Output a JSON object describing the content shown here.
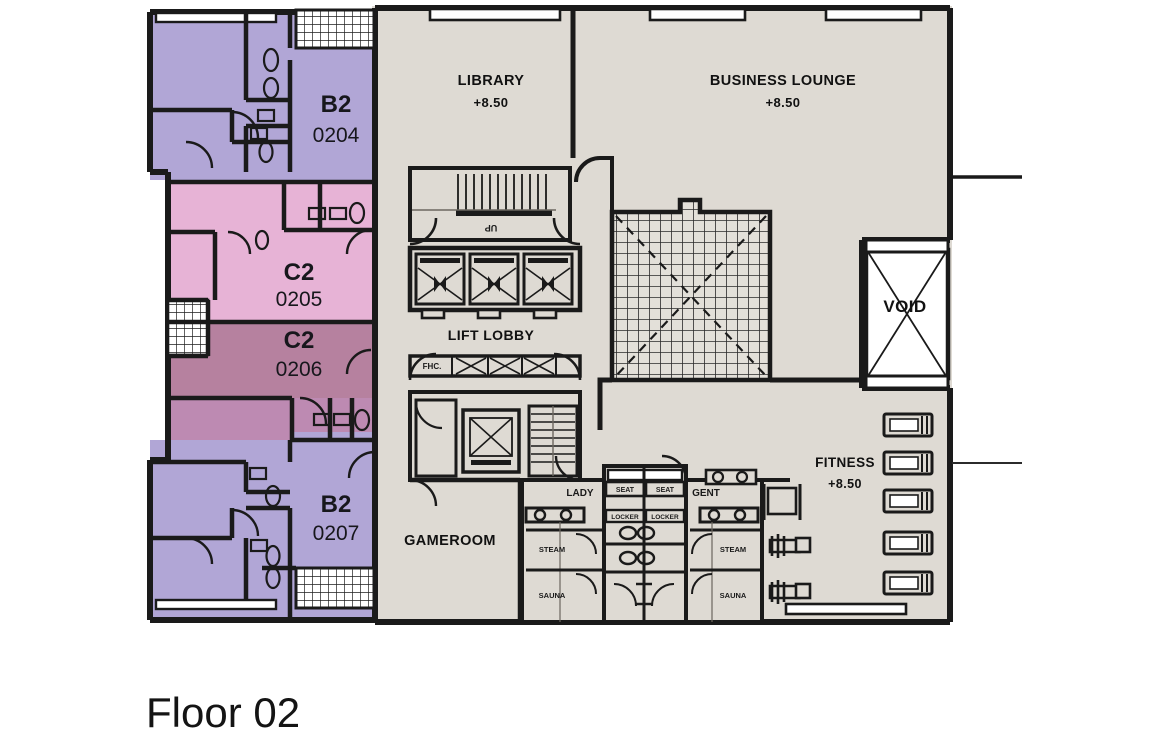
{
  "caption": {
    "text": "Floor 02"
  },
  "colors": {
    "background": "#ffffff",
    "common_area": "#dedad3",
    "unit_b2": "#b1a6d6",
    "unit_c2_light": "#e7b3d6",
    "unit_c2_dark": "#b6819f",
    "unit_c2_mid": "#bd8ab2",
    "wall": "#1a1a1a",
    "thin_line": "#3a3a3a",
    "void_fill": "#ffffff",
    "tile_fill": "#e3e0d9"
  },
  "units": [
    {
      "code": "B2",
      "number": "0204",
      "color_key": "unit_b2"
    },
    {
      "code": "C2",
      "number": "0205",
      "color_key": "unit_c2_light"
    },
    {
      "code": "C2",
      "number": "0206",
      "color_key": "unit_c2_dark"
    },
    {
      "code": "B2",
      "number": "0207",
      "color_key": "unit_b2"
    }
  ],
  "rooms": [
    {
      "name": "LIBRARY",
      "level": "+8.50"
    },
    {
      "name": "BUSINESS LOUNGE",
      "level": "+8.50"
    },
    {
      "name": "FITNESS",
      "level": "+8.50"
    },
    {
      "name": "LIFT LOBBY",
      "level": ""
    },
    {
      "name": "GAMEROOM",
      "level": ""
    },
    {
      "name": "VOID",
      "level": ""
    }
  ],
  "labels": {
    "library": "LIBRARY",
    "library_level": "+8.50",
    "business_lounge": "BUSINESS LOUNGE",
    "business_lounge_level": "+8.50",
    "fitness": "FITNESS",
    "fitness_level": "+8.50",
    "lift_lobby": "LIFT LOBBY",
    "gameroom": "GAMEROOM",
    "void": "VOID",
    "lady": "LADY",
    "gent": "GENT",
    "seat_left": "SEAT",
    "seat_right": "SEAT",
    "steam_left": "STEAM",
    "steam_right": "STEAM",
    "sauna_left": "SAUNA",
    "sauna_right": "SAUNA",
    "locker_left": "LOCKER",
    "locker_right": "LOCKER",
    "fhc": "FHC.",
    "stair_up": "UP"
  }
}
